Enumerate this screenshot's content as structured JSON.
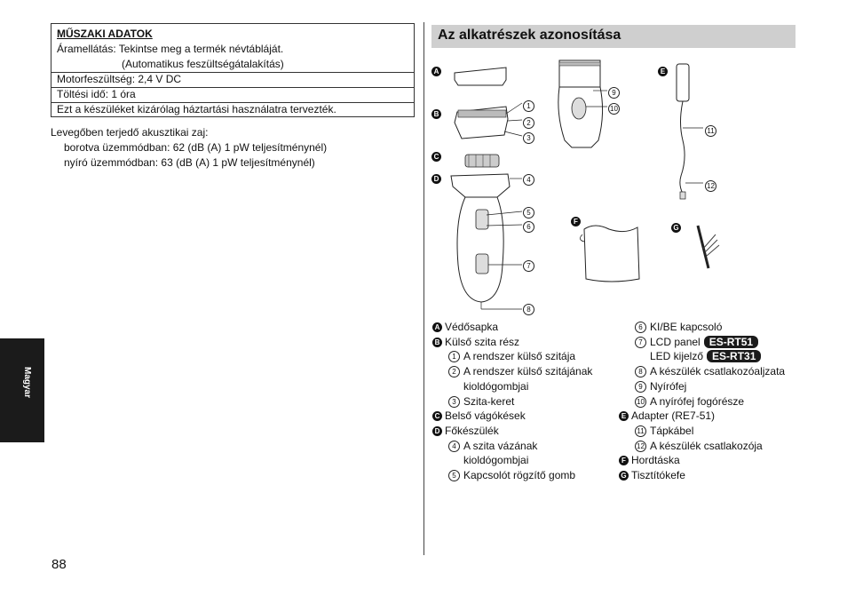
{
  "specs": {
    "title": "MŰSZAKI ADATOK",
    "lines": [
      "Áramellátás: Tekintse meg a termék névtábláját.",
      "(Automatikus feszültségátalakítás)",
      "Motorfeszültség: 2,4 V DC",
      "Töltési idő: 1 óra",
      "Ezt a készüléket kizárólag háztartási használatra tervezték."
    ]
  },
  "noise": {
    "heading": "Levegőben terjedő akusztikai zaj:",
    "lines": [
      "borotva üzemmódban: 62 (dB (A) 1 pW teljesítménynél)",
      "nyíró üzemmódban: 63 (dB (A) 1 pW teljesítménynél)"
    ]
  },
  "side_tab": "Magyar",
  "page_number": "88",
  "section_title": "Az alkatrészek azonosítása",
  "figure_letters": [
    "A",
    "B",
    "C",
    "D",
    "E",
    "F",
    "G"
  ],
  "figure_numbers": [
    "1",
    "2",
    "3",
    "4",
    "5",
    "6",
    "7",
    "8",
    "9",
    "10",
    "11",
    "12"
  ],
  "legend_left": [
    {
      "marker": "A",
      "type": "letter",
      "text": "Védősapka"
    },
    {
      "marker": "B",
      "type": "letter",
      "text": "Külső szita rész"
    },
    {
      "marker": "1",
      "type": "num",
      "text": "A rendszer külső szitája"
    },
    {
      "marker": "2",
      "type": "num",
      "text": "A rendszer külső szitájának"
    },
    {
      "marker": "",
      "type": "cont",
      "text": "kioldógombjai"
    },
    {
      "marker": "3",
      "type": "num",
      "text": "Szita-keret"
    },
    {
      "marker": "C",
      "type": "letter",
      "text": "Belső vágókések"
    },
    {
      "marker": "D",
      "type": "letter",
      "text": "Főkészülék"
    },
    {
      "marker": "4",
      "type": "num",
      "text": "A szita vázának"
    },
    {
      "marker": "",
      "type": "cont",
      "text": "kioldógombjai"
    },
    {
      "marker": "5",
      "type": "num",
      "text": "Kapcsolót rögzítő gomb"
    }
  ],
  "legend_right": [
    {
      "marker": "6",
      "type": "num",
      "text": "KI/BE kapcsoló"
    },
    {
      "marker": "7",
      "type": "num",
      "text": "LCD panel",
      "model": "ES-RT51"
    },
    {
      "marker": "",
      "type": "cont",
      "text": "LED kijelző",
      "model": "ES-RT31"
    },
    {
      "marker": "8",
      "type": "num",
      "text": "A készülék csatlakozóaljzata"
    },
    {
      "marker": "9",
      "type": "num",
      "text": "Nyírófej"
    },
    {
      "marker": "10",
      "type": "num",
      "text": "A nyírófej fogórésze"
    },
    {
      "marker": "E",
      "type": "letter",
      "text": "Adapter (RE7-51)"
    },
    {
      "marker": "11",
      "type": "num",
      "text": "Tápkábel"
    },
    {
      "marker": "12",
      "type": "num",
      "text": "A készülék csatlakozója"
    },
    {
      "marker": "F",
      "type": "letter",
      "text": "Hordtáska"
    },
    {
      "marker": "G",
      "type": "letter",
      "text": "Tisztítókefe"
    }
  ]
}
